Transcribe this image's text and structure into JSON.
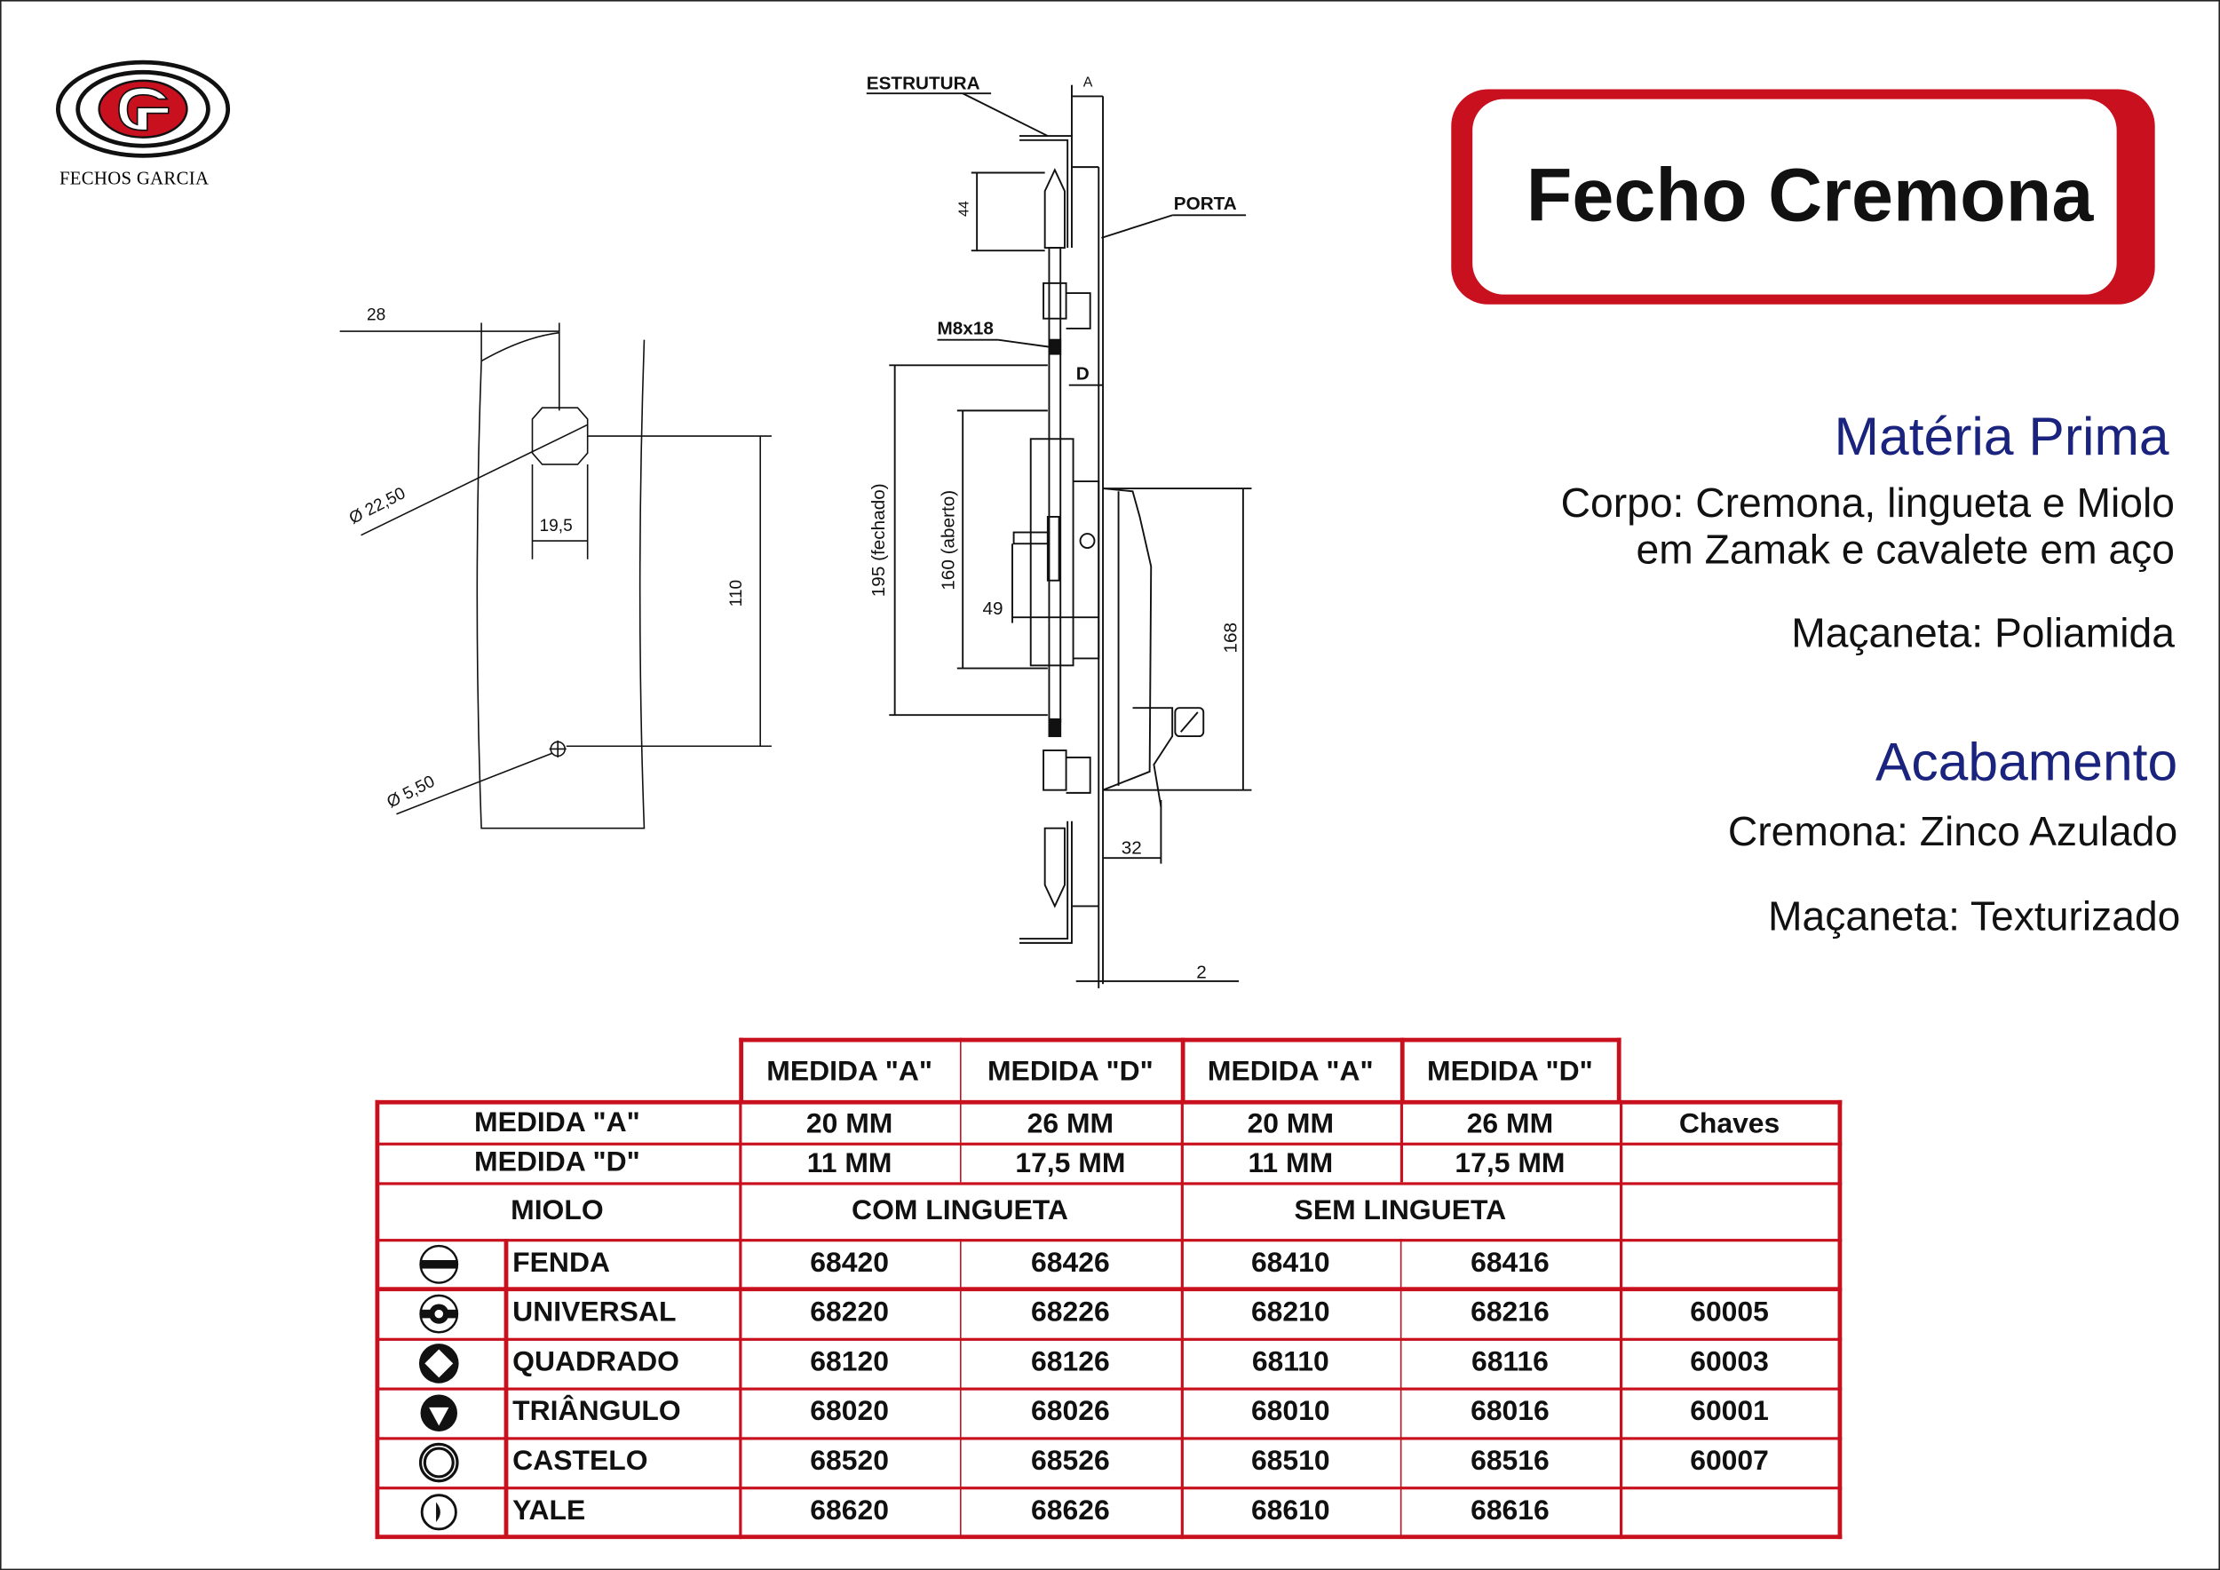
{
  "brand": {
    "name": "FECHOS GARCIA",
    "colors": {
      "red": "#c8101e",
      "navy": "#1a237e"
    }
  },
  "title": "Fecho Cremona",
  "materia_prima": {
    "heading": "Matéria Prima",
    "corpo_line1": "Corpo: Cremona, lingueta e Miolo",
    "corpo_line2": "em Zamak e cavalete em aço",
    "macaneta": "Maçaneta: Poliamida"
  },
  "acabamento": {
    "heading": "Acabamento",
    "cremona": "Cremona: Zinco Azulado",
    "macaneta": "Maçaneta: Texturizado"
  },
  "drawing_left": {
    "dim_28": "28",
    "dim_hole": "Ø  22,50",
    "dim_19_5": "19,5",
    "dim_110": "110",
    "dim_small_hole": "Ø  5,50"
  },
  "drawing_side": {
    "estrutura": "ESTRUTURA",
    "porta": "PORTA",
    "a": "A",
    "d": "D",
    "m8x18": "M8x18",
    "dim_44": "44",
    "dim_195": "195 (fechado)",
    "dim_160": "160 (aberto)",
    "dim_49": "49",
    "dim_168": "168",
    "dim_32": "32",
    "dim_2": "2"
  },
  "table": {
    "top_headers": [
      "MEDIDA  \"A\"",
      "MEDIDA  \"D\"",
      "MEDIDA  \"A\"",
      "MEDIDA  \"D\""
    ],
    "row_a": {
      "label": "MEDIDA  \"A\"",
      "values": [
        "20 MM",
        "26 MM",
        "20 MM",
        "26 MM"
      ],
      "chaves": "Chaves"
    },
    "row_d": {
      "label": "MEDIDA  \"D\"",
      "values": [
        "11 MM",
        "17,5 MM",
        "11 MM",
        "17,5 MM"
      ]
    },
    "group_row": {
      "miolo": "MIOLO",
      "com": "COM LINGUETA",
      "sem": "SEM LINGUETA"
    },
    "rows": [
      {
        "icon": "fenda-icon",
        "name": "FENDA",
        "codes": [
          "68420",
          "68426",
          "68410",
          "68416"
        ],
        "chave": ""
      },
      {
        "icon": "universal-icon",
        "name": "UNIVERSAL",
        "codes": [
          "68220",
          "68226",
          "68210",
          "68216"
        ],
        "chave": "60005"
      },
      {
        "icon": "quadrado-icon",
        "name": "QUADRADO",
        "codes": [
          "68120",
          "68126",
          "68110",
          "68116"
        ],
        "chave": "60003"
      },
      {
        "icon": "triangulo-icon",
        "name": "TRIÂNGULO",
        "codes": [
          "68020",
          "68026",
          "68010",
          "68016"
        ],
        "chave": "60001"
      },
      {
        "icon": "castelo-icon",
        "name": "CASTELO",
        "codes": [
          "68520",
          "68526",
          "68510",
          "68516"
        ],
        "chave": "60007"
      },
      {
        "icon": "yale-icon",
        "name": "YALE",
        "codes": [
          "68620",
          "68626",
          "68610",
          "68616"
        ],
        "chave": ""
      }
    ]
  }
}
